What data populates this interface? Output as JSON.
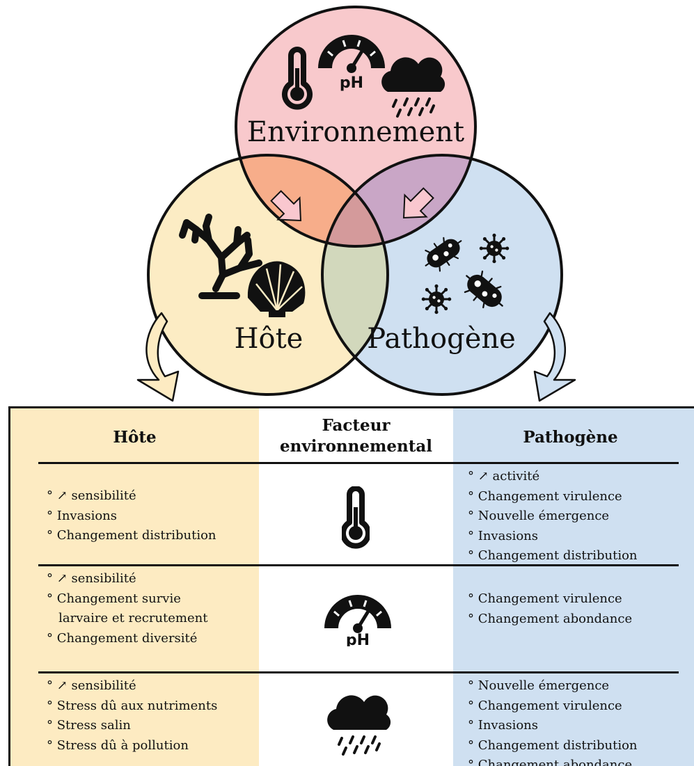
{
  "venn": {
    "environment_label": "Environnement",
    "host_label": "Hôte",
    "pathogen_label": "Pathogène",
    "ph_text": "pH",
    "colors": {
      "environment": "#f8c9cc",
      "host": "#fcecc4",
      "pathogen": "#cfe0f1",
      "env_host_overlap": "#f7ad8a",
      "env_path_overlap": "#c9a6c6",
      "host_path_overlap": "#d2d8bc",
      "center": "#d49a9b"
    },
    "icons": [
      "thermometer-icon",
      "ph-gauge-icon",
      "rain-cloud-icon",
      "coral-icon",
      "shell-icon",
      "bacteria-icon",
      "virus-icon"
    ]
  },
  "table": {
    "headers": {
      "host": "Hôte",
      "factor_line1": "Facteur",
      "factor_line2": "environnemental",
      "pathogen": "Pathogène"
    },
    "rows": [
      {
        "factor_icon": "thermometer-icon",
        "host": [
          "° ↗ sensibilité",
          "° Invasions",
          "° Changement distribution"
        ],
        "pathogen": [
          "° ↗ activité",
          "° Changement virulence",
          "° Nouvelle émergence",
          "° Invasions",
          "° Changement distribution"
        ]
      },
      {
        "factor_icon": "ph-gauge-icon",
        "factor_text": "pH",
        "host": [
          "° ↗ sensibilité",
          "° Changement survie",
          "   larvaire et recrutement",
          "° Changement diversité"
        ],
        "pathogen": [
          "° Changement virulence",
          "° Changement abondance"
        ]
      },
      {
        "factor_icon": "rain-cloud-icon",
        "host": [
          "° ↗ sensibilité",
          "° Stress dû aux nutriments",
          "° Stress salin",
          "° Stress dû à pollution"
        ],
        "pathogen": [
          "° Nouvelle émergence",
          "° Changement virulence",
          "° Invasions",
          "° Changement distribution",
          "° Changement abondance"
        ]
      }
    ]
  }
}
